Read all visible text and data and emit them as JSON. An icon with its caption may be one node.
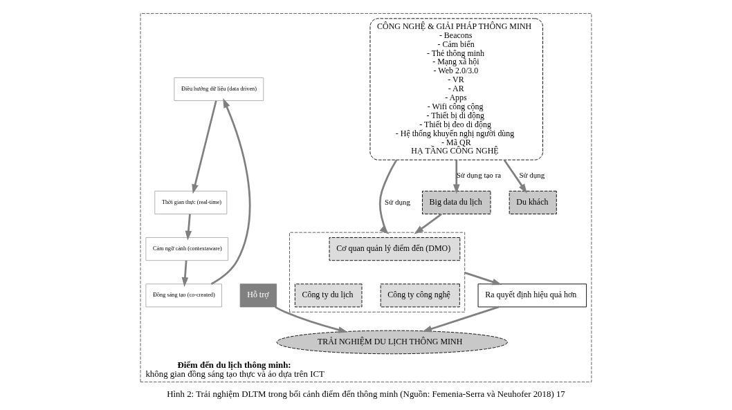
{
  "diagram": {
    "caption": "Hình 2: Trải nghiệm DLTM trong bối cảnh điểm đến thông minh (Nguồn: Femenia-Serra và Neuhofer 2018) 17",
    "nodes": [
      {
        "text": [
          "Điểm đến du lịch thông minh:",
          "không gian đồng sáng tạo thực và ảo dựa trên ICT"
        ]
      },
      {
        "text": [],
        "shape": "box",
        "in": 0
      },
      {
        "text": [
          "Cơ quan quản lý điểm đến (DMO)"
        ],
        "in": 1
      },
      {
        "text": [
          "Công ty du lịch"
        ],
        "in": 1
      },
      {
        "text": [
          "Công ty công nghệ"
        ],
        "in": 1
      },
      {
        "text": [
          "Ra quyết định hiệu quả hơn"
        ],
        "in": 0
      },
      {
        "text": [
          "Big data du lịch"
        ],
        "in": 0
      },
      {
        "text": [
          "CÔNG NGHỆ & GIẢI PHÁP THÔNG MINH",
          "- Beacons",
          "- Cảm biến",
          "- Thẻ thông minh",
          "- Mạng xã hội",
          "- Web 2.0/3.0",
          "- VR",
          "- AR",
          "- Apps",
          "- Wifi công cộng",
          "- Thiết bị di động",
          "- Thiết bị đeo di động",
          "- Hệ thống khuyến nghị người dùng",
          "- Mã QR",
          "HẠ TẦNG CÔNG NGHỆ"
        ],
        "in": 0
      },
      {
        "text": [
          "Du khách"
        ],
        "in": 0
      },
      {
        "text": [
          "Hỗ trợ"
        ],
        "in": 0
      },
      {
        "text": [
          "TRẢI NGHIỆM DU LỊCH THÔNG MINH"
        ],
        "in": 0
      },
      {
        "text": [
          "Điều hướng dữ liệu (data driven)"
        ],
        "in": 0
      },
      {
        "text": [
          "Thời gian thực (real-time)"
        ],
        "in": 0
      },
      {
        "text": [
          "Cảm ngữ cảnh (contextaware)"
        ],
        "in": 0
      },
      {
        "text": [
          "Đồng sáng tạo (co-created)"
        ],
        "in": 0
      }
    ],
    "edges": [
      {
        "from": 6,
        "to": 1,
        "arrow": "to"
      },
      {
        "from": 1,
        "to": 5,
        "arrow": "to"
      },
      {
        "from": 5,
        "to": 10,
        "arrow": "to"
      },
      {
        "from": 7,
        "to": 1,
        "arrow": "to",
        "label": "Sử dụng"
      },
      {
        "from": 7,
        "to": 8,
        "arrow": "to",
        "label": "Sử dụng"
      },
      {
        "from": 7,
        "to": 6,
        "arrow": "to",
        "label": "Sử dụng tạo ra"
      },
      {
        "from": 9,
        "to": 10,
        "arrow": "to"
      },
      {
        "from": 11,
        "to": 12,
        "arrow": "to"
      },
      {
        "from": 12,
        "to": 13,
        "arrow": "to"
      },
      {
        "from": 13,
        "to": 14,
        "arrow": "to"
      },
      {
        "from": 14,
        "to": 11,
        "arrow": "to"
      }
    ]
  }
}
